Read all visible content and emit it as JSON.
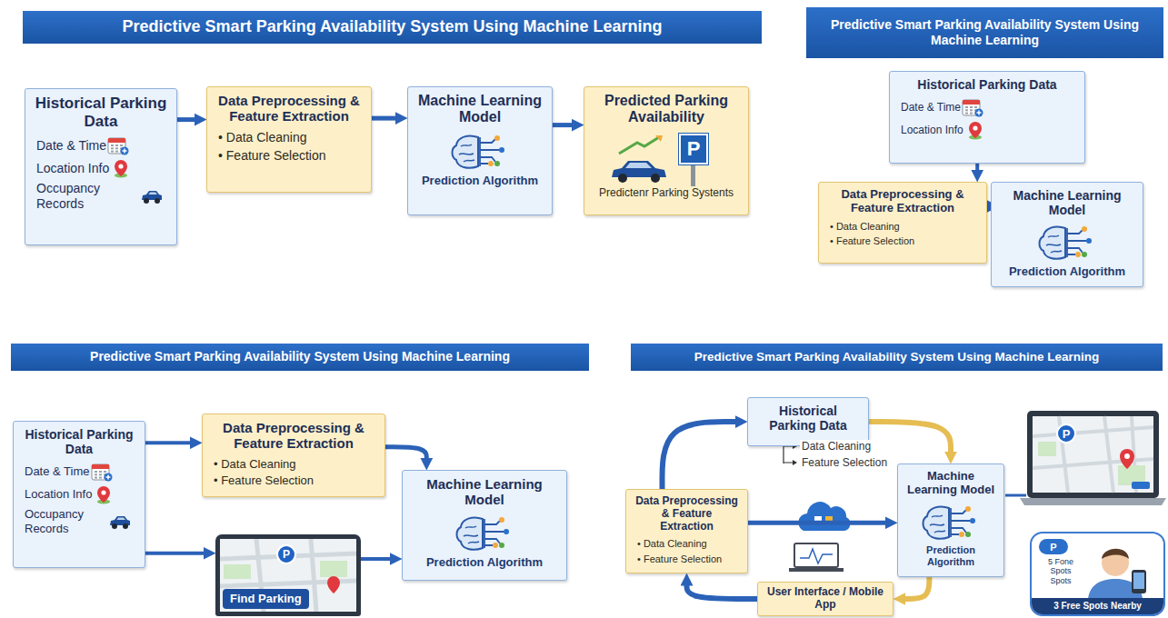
{
  "diagram": {
    "nodes": [
      {
        "text": [
          "Predictive Smart Parking Availability System Using Machine Learning"
        ]
      },
      {
        "text": [
          "Historical Parking Data",
          "Date & Time",
          "Location Info",
          "Occupancy Records"
        ]
      },
      {
        "text": [
          "Data Preprocessing & Feature Extraction",
          "• Data Cleaning",
          "• Feature Selection"
        ]
      },
      {
        "text": [
          "Machine Learning Model",
          "Prediction Algorithm"
        ]
      },
      {
        "text": [
          "Predicted Parking Availability",
          "Predictenr Parking Systents"
        ]
      },
      {
        "text": [
          "Predictive Smart Parking Availability System Using Machine Learning"
        ]
      },
      {
        "text": [
          "Historical Parking Data",
          "Date & Time",
          "Location Info"
        ]
      },
      {
        "text": [
          "Data Preprocessing & Feature Extraction",
          "• Data Cleaning",
          "• Feature Selection"
        ]
      },
      {
        "text": [
          "Machine Learning Model",
          "Prediction Algorithm"
        ]
      },
      {
        "text": [
          "Predictive Smart Parking Availability System Using Machine Learning"
        ]
      },
      {
        "text": [
          "Historical Parking Data",
          "Date & Time",
          "Location Info",
          "Occupancy Records"
        ]
      },
      {
        "text": [
          "Data Preprocessing & Feature Extraction",
          "• Data Cleaning",
          "• Feature Selection"
        ]
      },
      {
        "text": [
          "Machine Learning Model",
          "Prediction Algorithm"
        ]
      },
      {
        "text": [
          "Find Parking"
        ]
      },
      {
        "text": [
          "Predictive Smart Parking Availability System Using Machine Learning"
        ]
      },
      {
        "text": [
          "Historical Parking Data"
        ]
      },
      {
        "text": [
          "Data Preprocessing & Feature Extraction",
          "• Data Cleaning",
          "• Feature Selection"
        ]
      },
      {
        "text": [
          "Machine Learning Model",
          "Prediction Algorithm"
        ]
      },
      {
        "text": [
          "User Interface / Mobile App"
        ]
      },
      {
        "text": [
          "5 Fone Spots Spots",
          "3 Free Spots Nearby"
        ]
      }
    ],
    "edges": [
      {
        "from": 1,
        "to": 2,
        "arrow": "to"
      },
      {
        "from": 2,
        "to": 3,
        "arrow": "to"
      },
      {
        "from": 3,
        "to": 4,
        "arrow": "to"
      },
      {
        "from": 6,
        "to": 7,
        "arrow": "to"
      },
      {
        "from": 7,
        "to": 8,
        "arrow": "to"
      },
      {
        "from": 10,
        "to": 11,
        "arrow": "to"
      },
      {
        "from": 11,
        "to": 12,
        "arrow": "to"
      },
      {
        "from": 10,
        "to": 13,
        "arrow": "to"
      },
      {
        "from": 13,
        "to": 12,
        "arrow": "to"
      },
      {
        "from": 16,
        "to": 15,
        "arrow": "to"
      },
      {
        "from": 15,
        "to": 17,
        "arrow": "to"
      },
      {
        "from": 16,
        "to": 17,
        "arrow": "to"
      },
      {
        "from": 17,
        "to": 18,
        "arrow": "to"
      },
      {
        "from": 18,
        "to": 16,
        "arrow": "to"
      }
    ],
    "labels": [
      "P",
      "P",
      "Data Cleaning",
      "Feature Selection",
      "P",
      "P"
    ]
  }
}
